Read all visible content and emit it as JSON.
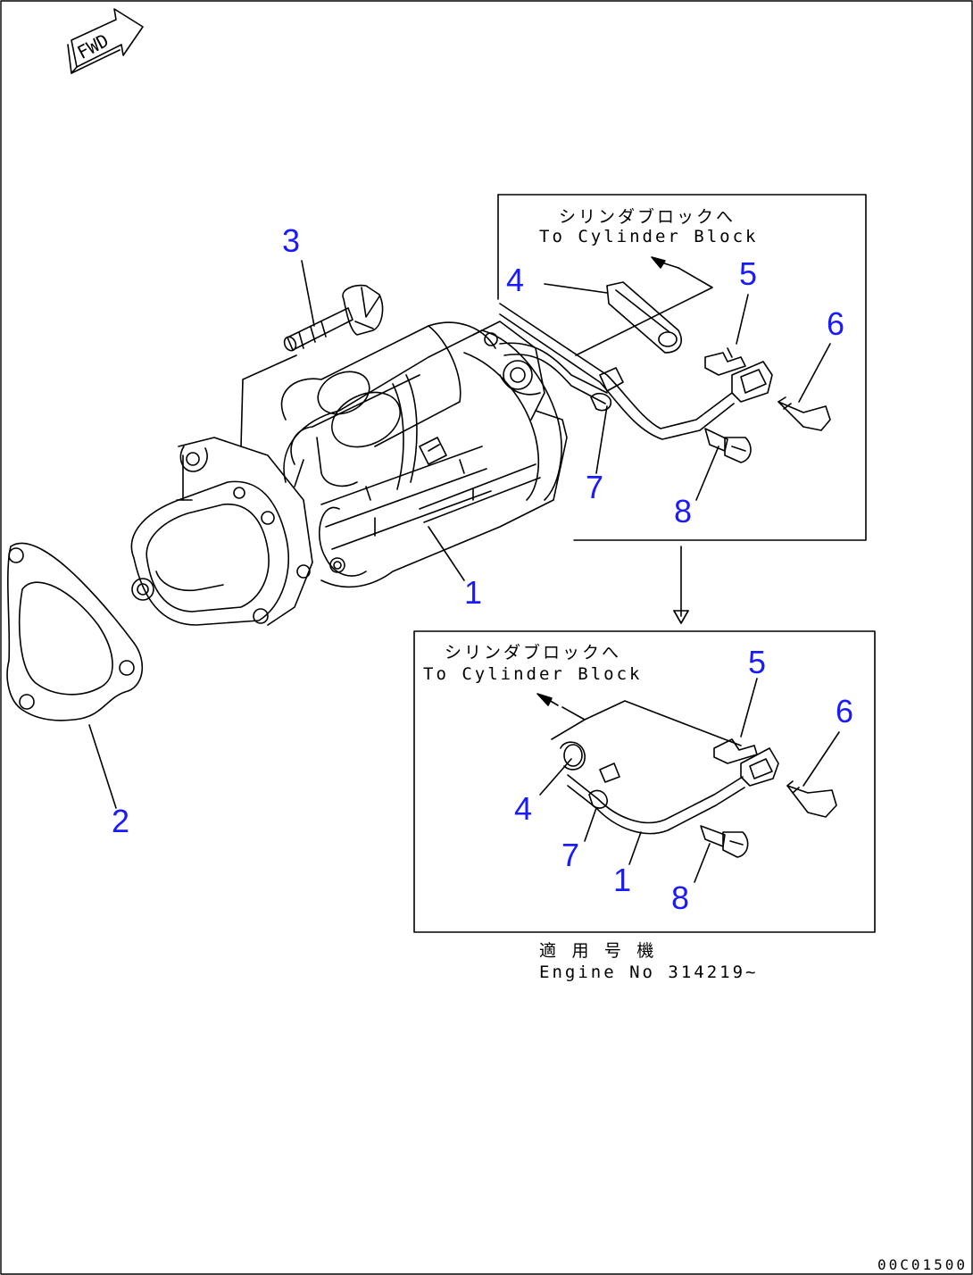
{
  "fwd_label": "FWD",
  "callouts": {
    "main_1": "1",
    "main_2": "2",
    "main_3": "3",
    "upper_4": "4",
    "upper_5": "5",
    "upper_6": "6",
    "upper_7": "7",
    "upper_8": "8",
    "lower_5": "5",
    "lower_6": "6",
    "lower_4": "4",
    "lower_7": "7",
    "lower_1": "1",
    "lower_8": "8"
  },
  "upper_inset": {
    "label_jp": "シリンダブロックへ",
    "label_en": "To Cylinder Block"
  },
  "lower_inset": {
    "label_jp": "シリンダブロックへ",
    "label_en": "To Cylinder Block"
  },
  "applicable": {
    "label_jp": "適 用 号 機",
    "label_en": "Engine No 314219~"
  },
  "drawing_number": "00C01500",
  "colors": {
    "callout": "#1a1aff",
    "line": "#000000"
  }
}
